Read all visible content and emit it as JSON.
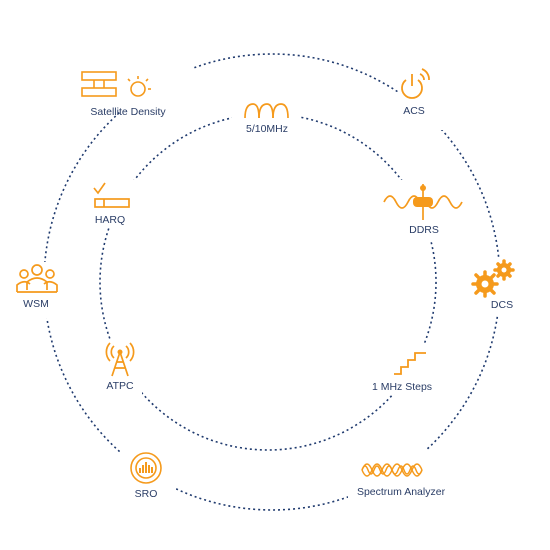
{
  "colors": {
    "accent": "#f59a1c",
    "ring": "#1f3a6e",
    "text": "#2a3d66"
  },
  "outer_ring": {
    "features": [
      {
        "label": "Satellite Density",
        "icon": "satellite-density-icon"
      },
      {
        "label": "ACS",
        "icon": "power-signal-icon"
      },
      {
        "label": "DCS",
        "icon": "gears-icon"
      },
      {
        "label": "Spectrum Analyzer",
        "icon": "spectrum-wave-icon"
      },
      {
        "label": "SRO",
        "icon": "sro-badge-icon"
      },
      {
        "label": "WSM",
        "icon": "people-group-icon"
      }
    ]
  },
  "inner_ring": {
    "features": [
      {
        "label": "5/10MHz",
        "icon": "bandwidth-arcs-icon"
      },
      {
        "label": "DDRS",
        "icon": "ddrs-wave-icon"
      },
      {
        "label": "1 MHz Steps",
        "icon": "stairs-icon"
      },
      {
        "label": "ATPC",
        "icon": "antenna-tower-icon"
      },
      {
        "label": "HARQ",
        "icon": "harq-check-icon"
      }
    ]
  }
}
